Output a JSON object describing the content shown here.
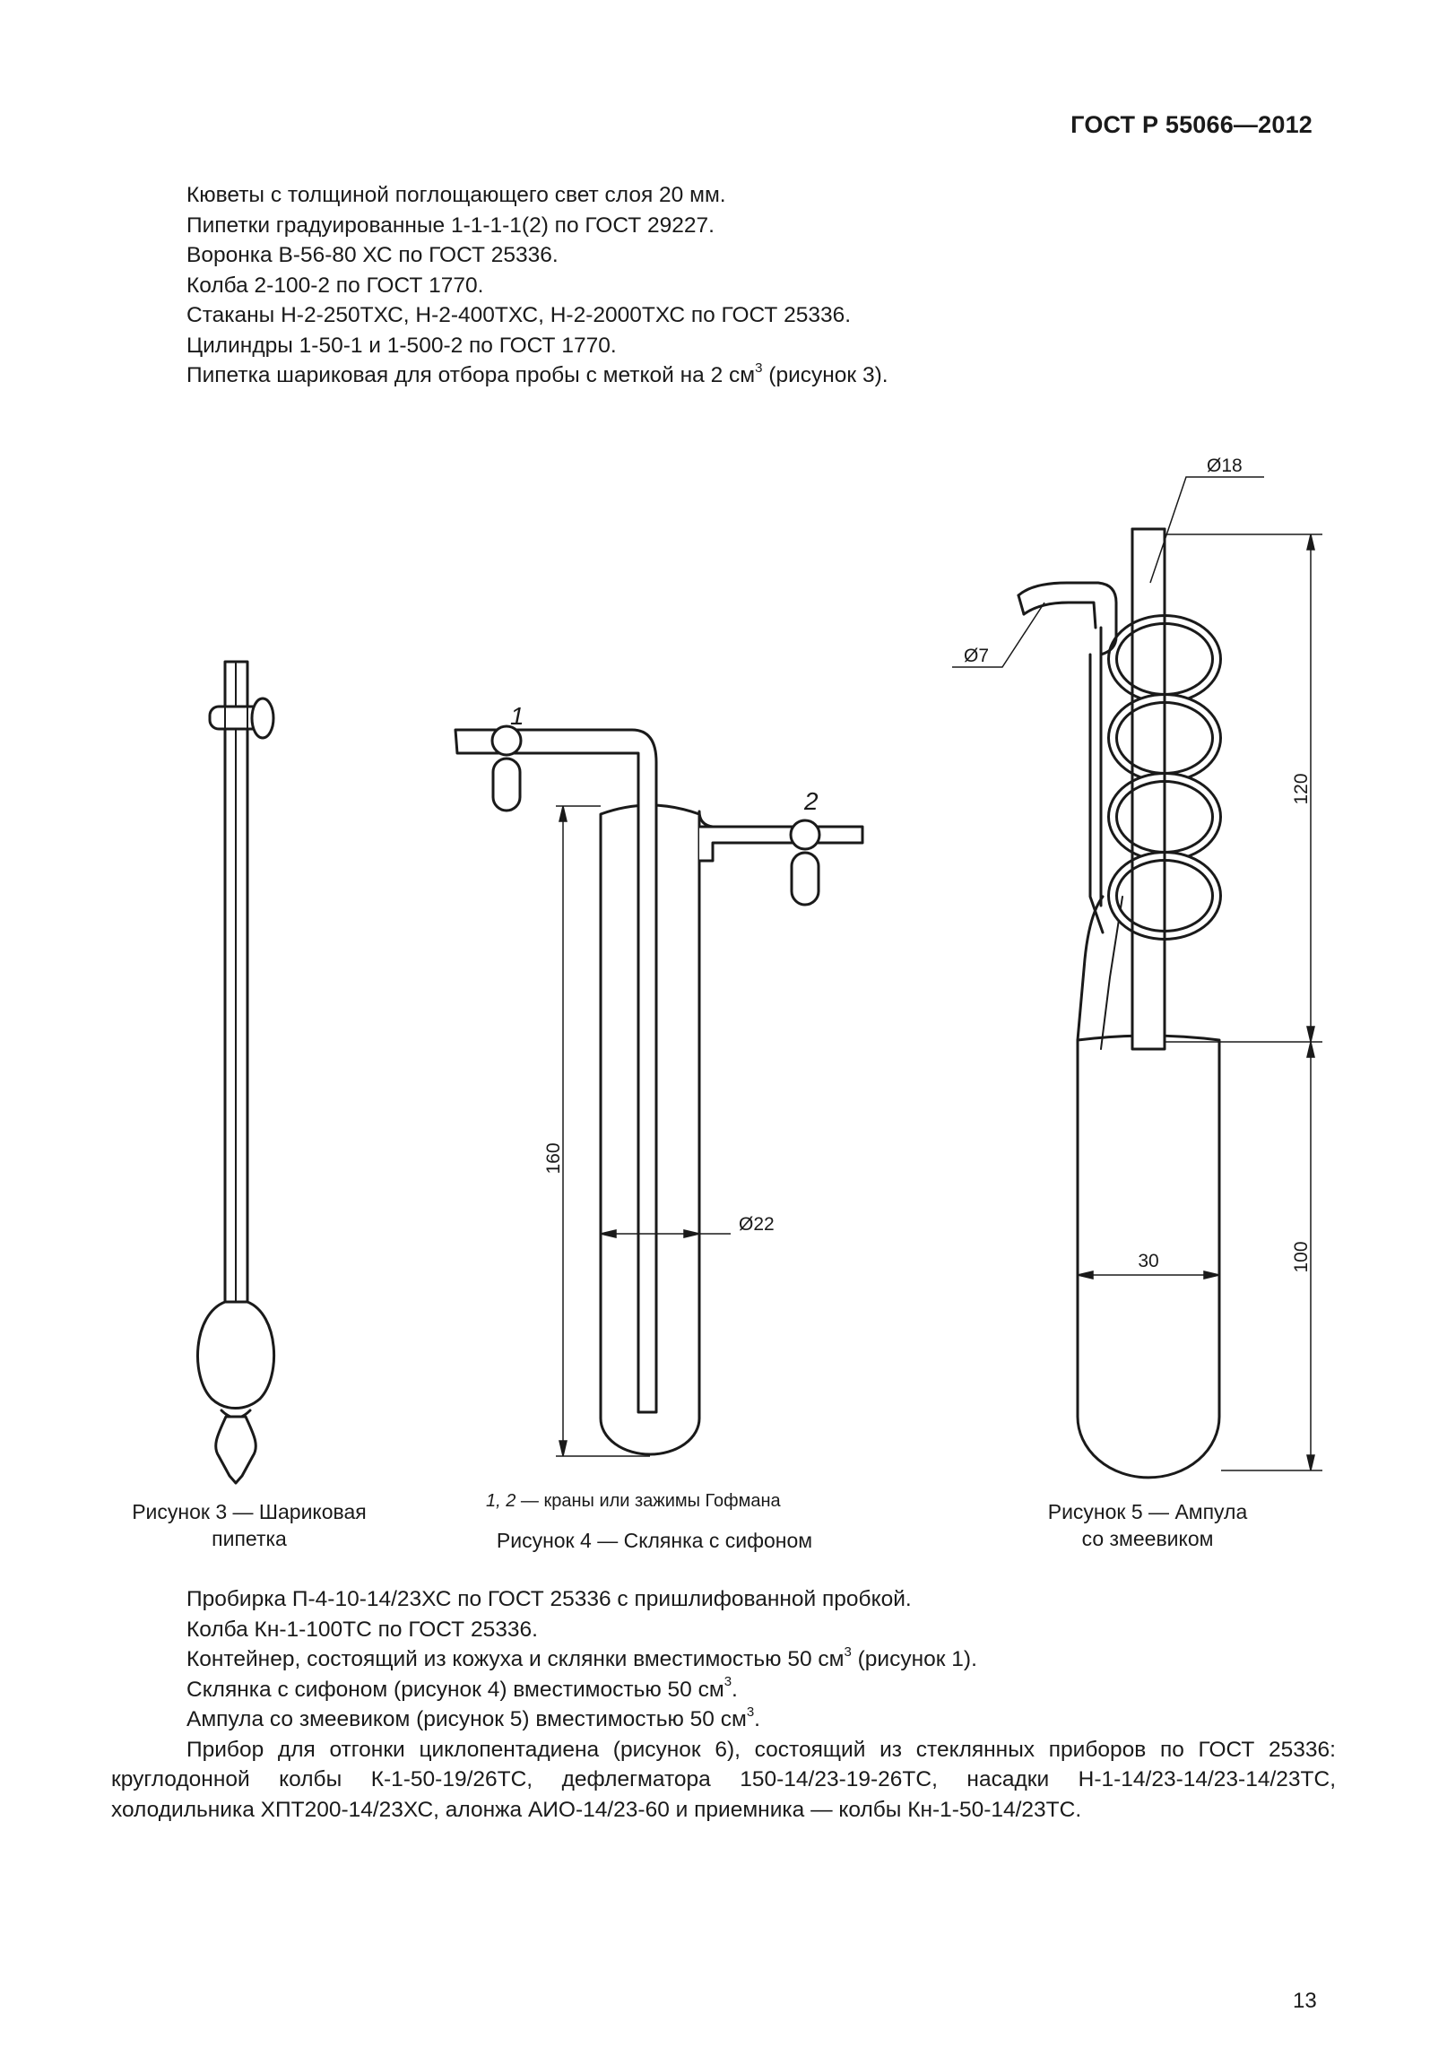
{
  "header": {
    "doc_code": "ГОСТ Р 55066—2012"
  },
  "list_top": [
    "Кюветы с толщиной поглощающего свет слоя 20 мм.",
    "Пипетки градуированные 1-1-1-1(2) по ГОСТ 29227.",
    "Воронка В-56-80 ХС по ГОСТ 25336.",
    "Колба 2-100-2 по ГОСТ 1770.",
    "Стаканы Н-2-250ТХС, Н-2-400ТХС, Н-2-2000ТХС по ГОСТ 25336.",
    "Цилиндры 1-50-1 и 1-500-2 по ГОСТ 1770."
  ],
  "list_top_last": {
    "before": "Пипетка шариковая для отбора пробы с меткой на 2 см",
    "sup": "3",
    "after": " (рисунок 3)."
  },
  "figure3": {
    "caption_line1": "Рисунок 3 — Шариковая",
    "caption_line2": "пипетка"
  },
  "figure4": {
    "label_1": "1",
    "label_2": "2",
    "dim_height": "160",
    "dim_diameter": "Ø22",
    "note_nums": "1, 2",
    "note_text": " — краны или зажимы Гофмана",
    "caption": "Рисунок 4 — Склянка с сифоном"
  },
  "figure5": {
    "dim_top_diameter": "Ø18",
    "dim_side_diameter": "Ø7",
    "dim_upper_height": "120",
    "dim_lower_height": "100",
    "dim_width": "30",
    "caption_line1": "Рисунок 5 — Ампула",
    "caption_line2": "со змеевиком"
  },
  "list_bottom": {
    "l1": "Пробирка П-4-10-14/23ХС по ГОСТ 25336 с пришлифованной пробкой.",
    "l2": "Колба Кн-1-100ТС по ГОСТ 25336.",
    "l3_before": "Контейнер, состоящий из кожуха и склянки вместимостью 50 см",
    "l3_sup": "3",
    "l3_after": " (рисунок 1).",
    "l4_before": "Склянка с сифоном (рисунок 4) вместимостью 50 см",
    "l4_sup": "3",
    "l4_after": ".",
    "l5_before": "Ампула со змеевиком (рисунок 5) вместимостью 50 см",
    "l5_sup": "3",
    "l5_after": ".",
    "p1": "Прибор для отгонки циклопентадиена (рисунок 6), состоящий из стеклянных приборов по ГОСТ 25336:",
    "p2": "круглодонной колбы К-1-50-19/26ТС, дефлегматора 150-14/23-19-26ТС, насадки Н-1-14/23-14/23-14/23ТС,",
    "p3": "холодильника ХПТ200-14/23ХС, алонжа АИО-14/23-60 и приемника — колбы Кн-1-50-14/23ТС."
  },
  "page_number": "13"
}
